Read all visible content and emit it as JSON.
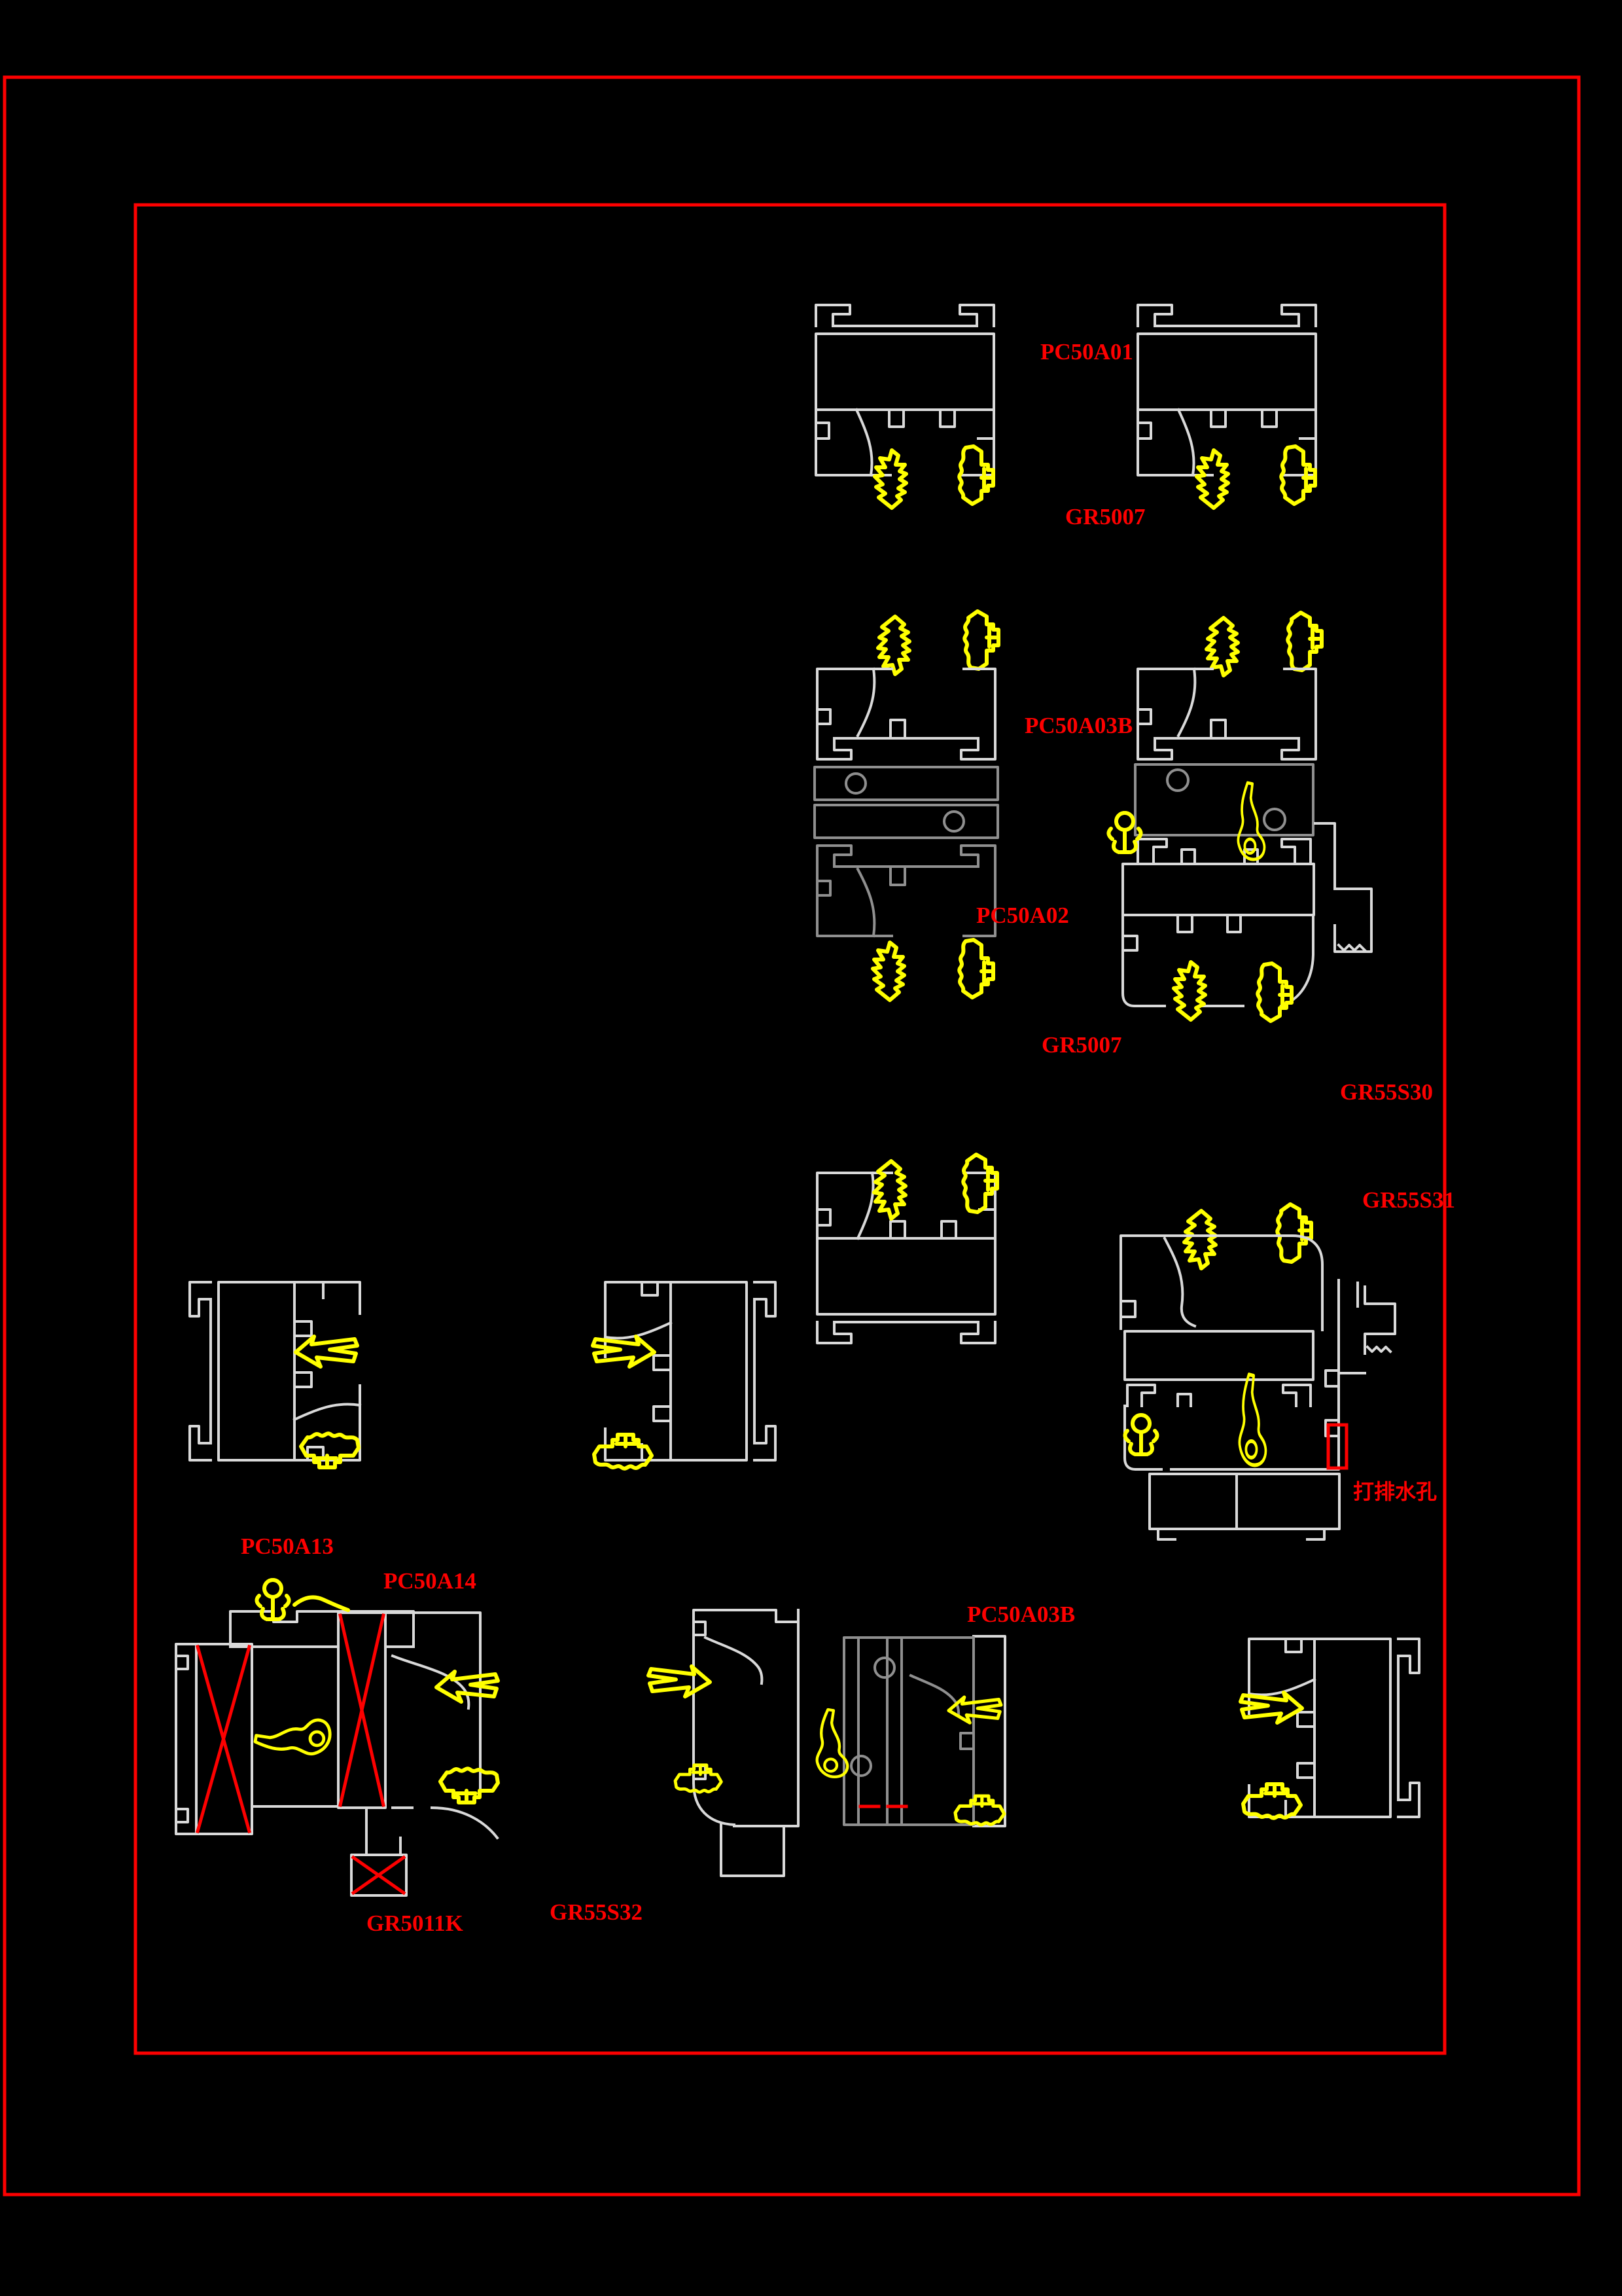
{
  "drawing": {
    "type": "CAD aluminum window profile section detail drawing",
    "background": "#000000",
    "colors": {
      "annotation_red": "#fd0000",
      "profile_line": "#d9d9d9",
      "profile_line_dark": "#8f8f8f",
      "gasket_yellow": "#ffff00"
    },
    "labels": {
      "pc50a01": "PC50A01",
      "gr5007_top": "GR5007",
      "pc50a03b_mid": "PC50A03B",
      "pc50a02": "PC50A02",
      "gr5007_mid": "GR5007",
      "gr55s30": "GR55S30",
      "gr55s31": "GR55S31",
      "drain_note": "打排水孔",
      "pc50a13": "PC50A13",
      "pc50a14": "PC50A14",
      "pc50a03b_bottom": "PC50A03B",
      "gr5011k": "GR5011K",
      "gr55s32": "GR55S32"
    }
  }
}
